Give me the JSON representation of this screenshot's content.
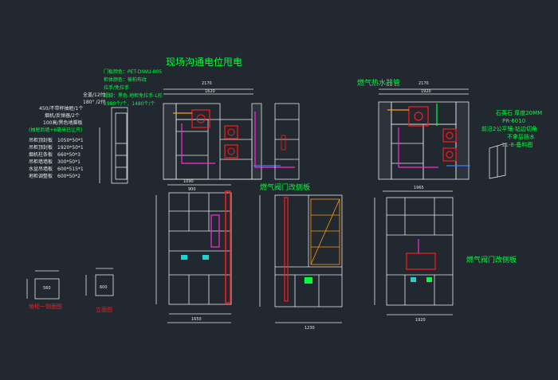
{
  "annotations": {
    "site_wiring": "现场沟通电位甩电",
    "gas_heater_pipe": "燃气热水器管",
    "gas_valve_1": "燃气阀门改侧板",
    "gas_valve_2": "燃气阀门改侧板"
  },
  "door_spec": [
    "门板颜色：PET-DIWU-005",
    "柜体颜色：榆柏布纹",
    "拉手/免拉手",
    "踢脚：黑色-地柜免拉手-L形",
    "1980个/个，1480个/个"
  ],
  "material_list": [
    "全盖/12付",
    "180° /2付",
    "450/不带杯抽屉/1个",
    "烟机/反弹器/2个",
    "100高/黑色地脚板",
    "(抽屉后墙+6毫米已让尺)"
  ],
  "panel_list": [
    {
      "name": "吊柜顶封板",
      "size": "1050*50*1"
    },
    {
      "name": "吊柜顶封板",
      "size": "1920*50*1"
    },
    {
      "name": "烟机柱条板",
      "size": "660*50*3"
    },
    {
      "name": "吊柜墙墙板",
      "size": "300*50*1"
    },
    {
      "name": "水盆吊墙板",
      "size": "600*515*1"
    },
    {
      "name": "地柜调整板",
      "size": "600*50*2"
    }
  ],
  "stone_spec": [
    "石英石 厚度20MM",
    "PR-6010",
    "前沿2公平镶-钻边切角",
    "不拿后挡水",
    "11-8-备料图"
  ],
  "dims": {
    "plan1_top": "2170",
    "plan1_sub": "1620",
    "plan2_top": "2170",
    "plan2_sub": "1920",
    "elev1_top": "1090",
    "elev1_sub": "900",
    "elev1_bot": "1650",
    "elev3_top": "1965",
    "elev3_bot": "1920",
    "elev2_bot": "1230",
    "small_box1": "560",
    "small_box2": "600"
  },
  "labels": {
    "sink_section": "地柜一侧面图",
    "elevation": "立面图"
  },
  "colors": {
    "bg": "#212830",
    "line": "#e8e8e8",
    "green": "#00ff3a",
    "red": "#ff1a1a",
    "magenta": "#ff2bd6",
    "cyan": "#18d6d6",
    "orange": "#ff9a10",
    "blue": "#3a7bff"
  }
}
